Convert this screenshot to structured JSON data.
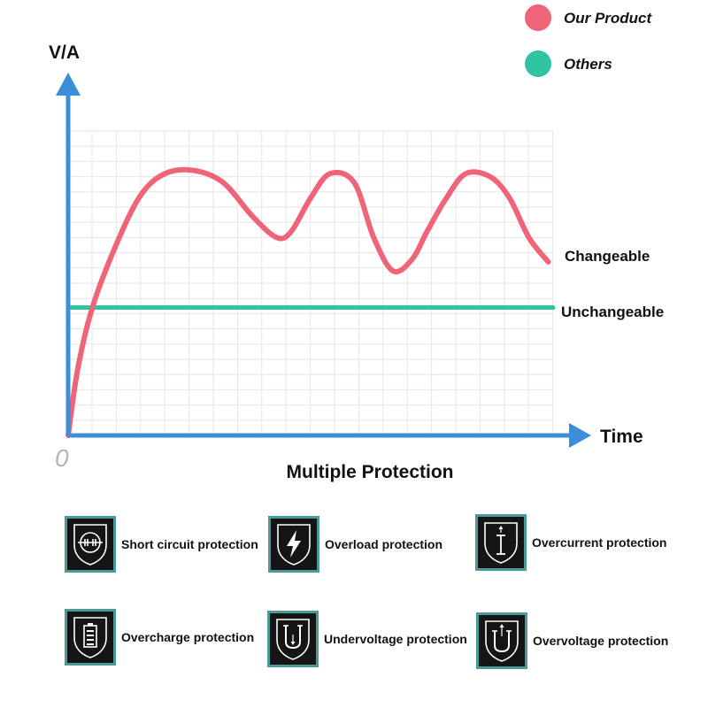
{
  "chart_data": {
    "type": "line",
    "ylabel": "V/A",
    "xlabel": "Time",
    "origin_label": "0",
    "grid": true,
    "legend_position": "top-right",
    "xlim": [
      0,
      10
    ],
    "ylim": [
      0,
      10
    ],
    "series": [
      {
        "name": "Our Product",
        "color": "#f06478",
        "label": "Changeable",
        "x": [
          0,
          0.2,
          0.5,
          1.0,
          1.5,
          2.0,
          2.6,
          3.2,
          3.8,
          4.3,
          4.6,
          5.0,
          5.4,
          5.9,
          6.3,
          6.7,
          7.1,
          7.4,
          7.8,
          8.2,
          8.7,
          9.1,
          9.5,
          9.9
        ],
        "y": [
          0,
          2.2,
          4.2,
          6.3,
          7.9,
          8.6,
          8.7,
          8.3,
          7.2,
          6.5,
          6.7,
          7.8,
          8.6,
          8.3,
          6.5,
          5.4,
          5.8,
          6.7,
          7.8,
          8.6,
          8.5,
          7.8,
          6.5,
          5.7
        ]
      },
      {
        "name": "Others",
        "color": "#2ec4a4",
        "label": "Unchangeable",
        "x": [
          0,
          10
        ],
        "y": [
          4.2,
          4.2
        ]
      }
    ]
  },
  "section_title": "Multiple Protection",
  "features": [
    {
      "label": "Short circuit protection",
      "icon": "short-circuit-shield-icon"
    },
    {
      "label": "Overload protection",
      "icon": "lightning-shield-icon"
    },
    {
      "label": "Overcurrent protection",
      "icon": "current-shield-icon"
    },
    {
      "label": "Overcharge protection",
      "icon": "battery-shield-icon"
    },
    {
      "label": "Undervoltage protection",
      "icon": "undervoltage-shield-icon"
    },
    {
      "label": "Overvoltage protection",
      "icon": "overvoltage-shield-icon"
    }
  ],
  "colors": {
    "axis": "#3b8fd9",
    "grid": "#e6e6e6",
    "badge_border": "#4a9a9a",
    "badge_bg": "#151515"
  }
}
